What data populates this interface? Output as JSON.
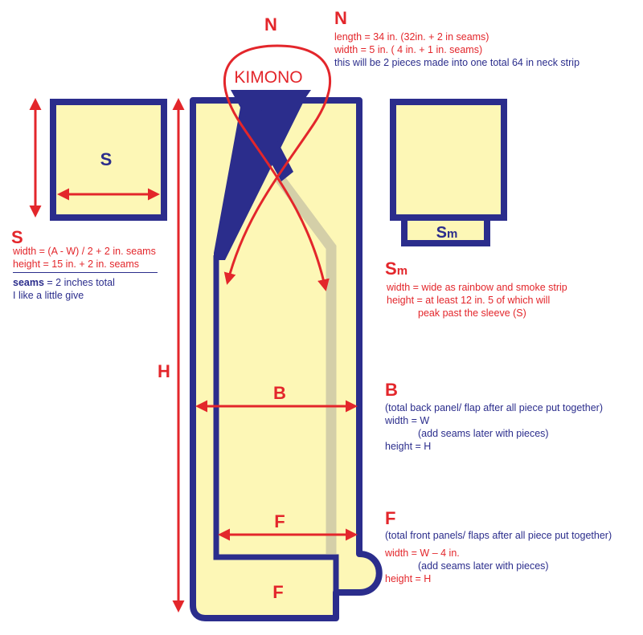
{
  "diagram": {
    "title": "KIMONO",
    "colors": {
      "fill": "#fdf7b6",
      "outline": "#2b2d8c",
      "red": "#e3262b",
      "blue": "#2b2d8c",
      "shadow": "#d4cfa8"
    },
    "pieces": {
      "sleeve_label": "S",
      "sleeve_strip_label_main": "S",
      "sleeve_strip_label_sub": "m",
      "back_label": "B",
      "front_label": "F",
      "front_bottom_label": "F",
      "neck_label": "N",
      "height_label": "H"
    }
  },
  "notes": {
    "N": {
      "heading": "N",
      "lines": [
        "length = 34 in. (32in. + 2 in seams)",
        "width = 5 in. ( 4 in. + 1 in. seams)",
        "this will be 2 pieces made into one total 64 in neck strip"
      ]
    },
    "S": {
      "heading": "S",
      "lines": [
        "width = (A - W) / 2 + 2 in. seams",
        "height = 15 in. + 2 in. seams"
      ],
      "seams_bold": "seams",
      "seams_rest": " = 2 inches total",
      "extra": "I like a little give"
    },
    "Sm": {
      "heading_main": "S",
      "heading_sub": "m",
      "lines": [
        "width = wide as rainbow and smoke strip",
        "height = at least 12 in. 5 of which will",
        "peak past the sleeve (S)"
      ]
    },
    "B": {
      "heading": "B",
      "lines": [
        "(total back panel/ flap after all piece put together)",
        "width = W",
        "(add seams later with pieces)",
        "height = H"
      ]
    },
    "F": {
      "heading": "F",
      "lines": [
        "(total front panels/ flaps after all piece put together)",
        "width = W – 4 in.",
        "(add seams later with pieces)",
        "height = H"
      ]
    }
  }
}
